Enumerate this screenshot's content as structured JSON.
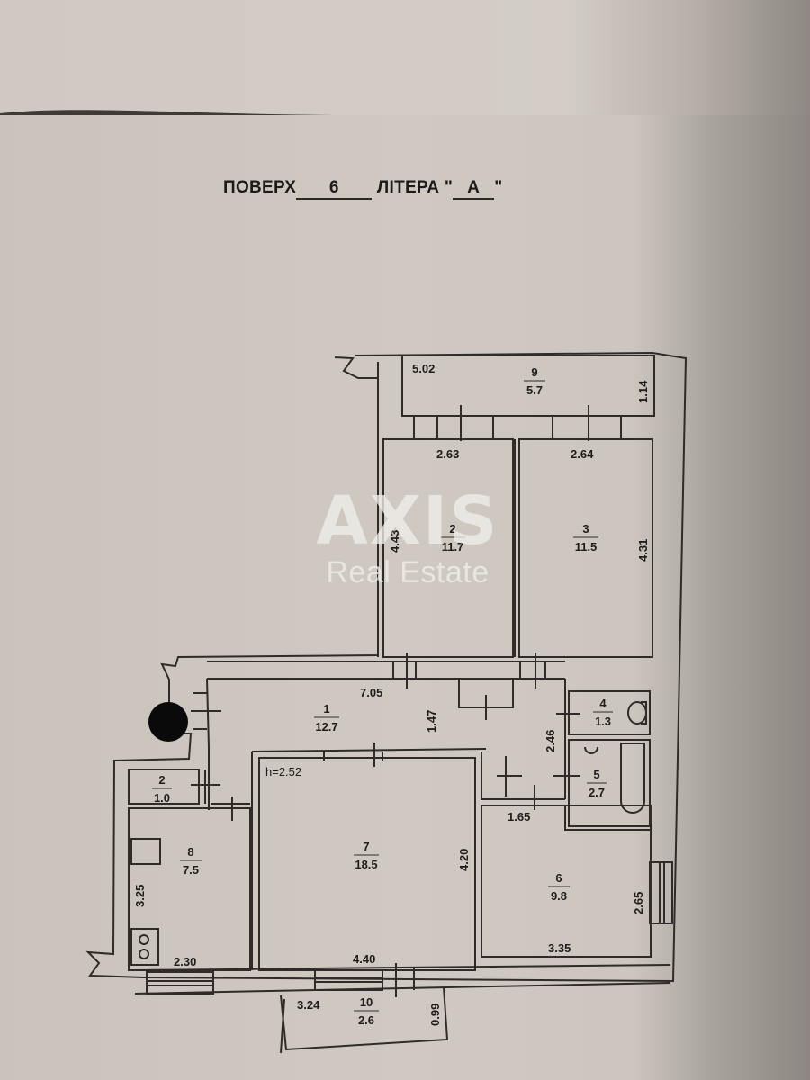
{
  "header": {
    "floor_label": "ПОВЕРХ",
    "floor_value": "6",
    "letter_label": "ЛІТЕРА",
    "letter_quote_open": "\"",
    "letter_value": "А",
    "letter_quote_close": "\""
  },
  "watermark": {
    "brand": "AXIS",
    "tagline": "Real Estate"
  },
  "ceiling_height": "h=2.52",
  "rooms": [
    {
      "number": "1",
      "area": "12.7"
    },
    {
      "number": "2",
      "area": "11.7"
    },
    {
      "number": "3",
      "area": "11.5"
    },
    {
      "number": "4",
      "area": "1.3"
    },
    {
      "number": "5",
      "area": "2.7"
    },
    {
      "number": "6",
      "area": "9.8"
    },
    {
      "number": "7",
      "area": "18.5"
    },
    {
      "number": "8",
      "area": "7.5"
    },
    {
      "number": "9",
      "area": "5.7"
    },
    {
      "number": "10",
      "area": "2.6"
    },
    {
      "number": "2",
      "area": "1.0"
    }
  ],
  "dimensions": {
    "balcony_top_length": "5.02",
    "balcony_top_depth": "1.14",
    "room2_width": "2.63",
    "room2_depth": "4.43",
    "room3_width": "2.64",
    "room3_depth": "4.31",
    "hall_length": "7.05",
    "hall_width": "1.47",
    "corridor_length": "2.46",
    "corridor_width": "1.65",
    "room7_depth": "4.20",
    "room7_width": "4.40",
    "room6_width": "3.35",
    "room6_depth": "2.65",
    "kitchen_depth": "3.25",
    "kitchen_width": "2.30",
    "balcony_bottom_length": "3.24",
    "balcony_bottom_depth": "0.99"
  }
}
